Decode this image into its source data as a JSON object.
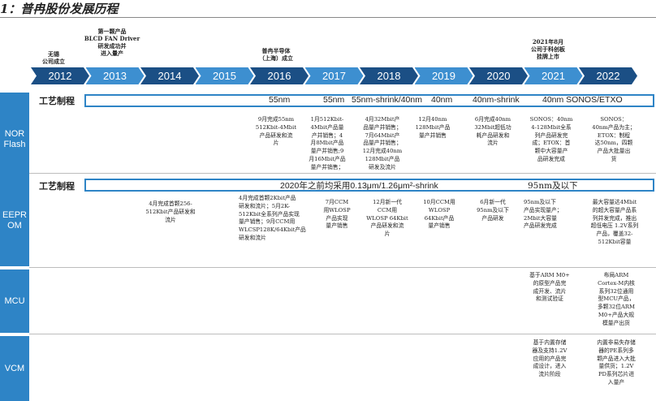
{
  "title": "1：普冉股份发展历程",
  "milestones": {
    "m2012": "无锡\n公司成立",
    "m2013": "第一颗产品\nBLCD FAN Driver\n研发成功并\n进入量产",
    "m2016": "普冉半导体\n（上海）成立",
    "m2021": "2021年8月\n公司于科创板\n挂牌上市"
  },
  "years": [
    "2012",
    "2013",
    "2014",
    "2015",
    "2016",
    "2017",
    "2018",
    "2019",
    "2020",
    "2021",
    "2022"
  ],
  "colors": {
    "accent": "#2e84c6",
    "year_dark": "#1b4f85",
    "year_light": "#3d8fd0"
  },
  "sidebar": {
    "nor": "NOR\nFlash",
    "eeprom": "EEPR\nOM",
    "mcu": "MCU",
    "vcm": "VCM"
  },
  "nor": {
    "process_label": "工艺制程",
    "process": [
      "55nm",
      "55nm",
      "55nm-shrink/40nm",
      "40nm",
      "40nm-shrink",
      "40nm SONOS/ETXO"
    ],
    "notes": [
      "9月完成55nm\n512Kbit-4Mbit\n产品研发和流\n片",
      "1月512Kbit-\n4Mbit产品量\n产并销售；4\n月8Mbit产品\n量产并销售;9\n月16Mbit产品\n量产并销售；",
      "4月32Mbit产\n品量产并销售；\n7月64Mbit产\n品量产并销售；\n12月完成40nm\n128Mbit产品\n研发及流片",
      "12月40nm\n128Mbit产品\n量产并销售",
      "6月完成40nm\n32Mbit超低功\n耗产品研发和\n流片",
      "SONOS：40nm\n4-128Mbit全系\n列产品研发完\n成；ETOX：首\n颗中大容量产\n品研发完成",
      "SONOS：\n40nm产品为主；\nETOX：制程\n达50nm，四颗\n产品大批量出\n货"
    ]
  },
  "eeprom": {
    "process_label": "工艺制程",
    "process_main": "2020年之前均采用0.13μm/1.26μm²-shrink",
    "process_right": "95nm及以下",
    "notes": [
      "4月完成首颗256-\n512Kbit产品研发和\n流片",
      "4月完成首颗2Kbit产品\n研发和流片；5月2K-\n512Kbit全系列产品实现\n量产销售；9月CCM用\nWLCSP128K/64Kbit产品\n研发和流片",
      "7月CCM\n用WLOSP\n产品实现\n量产销售",
      "12月新一代\nCCM用\nWLOSP 64Kbit\n产品研发和流\n片",
      "10月CCM用\nWLOSP\n64Kbit产品\n量产销售",
      "6月新一代\n95nm及以下\n产品研发",
      "95nm及以下\n产品实现量产；\n2Mbit大容量\n产品研发完成",
      "最大容量达4Mbit\n的超大容量产品系\n列并发完成，推出\n超低电压 1.2V系列\n产品，覆盖32-\n512Kbit容量"
    ]
  },
  "mcu": {
    "notes": [
      "基于ARM M0+\n的原型产品完\n成开发、流片\n和测试验证",
      "布局ARM\nCortex-M内核\n系列32位通用\n型MCU产品，\n多颗32位ARM\nM0+产品大规\n模量产出货"
    ]
  },
  "vcm": {
    "notes": [
      "基于内置存储\n器及支持1.2V\n应用的产品完\n成设计，进入\n流片阶段",
      "内置非易失存储\n器的PE系列多\n颗产品进入大批\n量供货；1.2V\nPD系列芯片进\n入量产"
    ]
  }
}
